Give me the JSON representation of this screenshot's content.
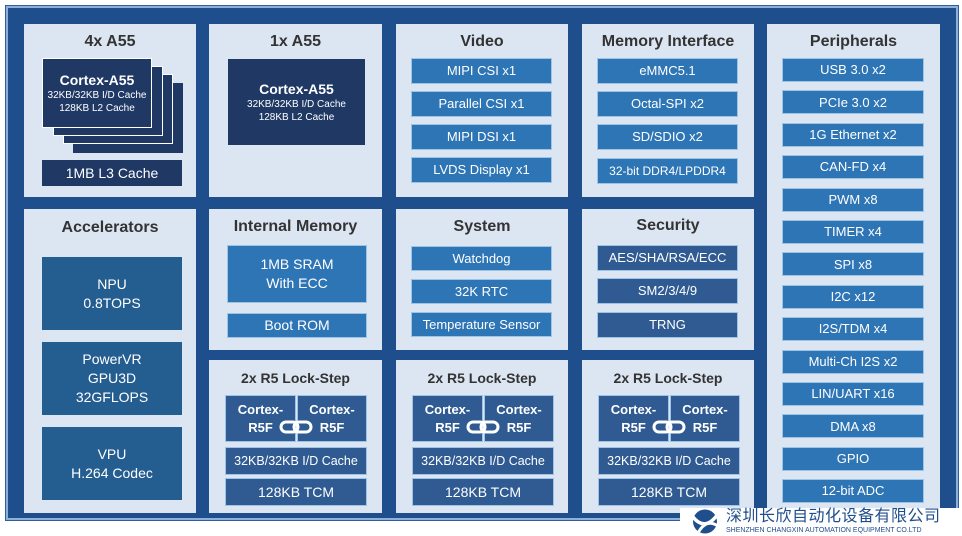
{
  "cpu4": {
    "title": "4x A55",
    "core": "Cortex-A55",
    "cache1": "32KB/32KB I/D Cache",
    "cache2": "128KB L2 Cache",
    "l3": "1MB L3 Cache"
  },
  "cpu1": {
    "title": "1x A55",
    "core": "Cortex-A55",
    "cache1": "32KB/32KB I/D Cache",
    "cache2": "128KB L2 Cache"
  },
  "video": {
    "title": "Video",
    "items": [
      "MIPI CSI x1",
      "Parallel CSI x1",
      "MIPI DSI x1",
      "LVDS Display x1"
    ]
  },
  "memif": {
    "title": "Memory Interface",
    "items": [
      "eMMC5.1",
      "Octal-SPI x2",
      "SD/SDIO x2",
      "32-bit DDR4/LPDDR4"
    ]
  },
  "periph": {
    "title": "Peripherals",
    "items": [
      "USB 3.0 x2",
      "PCIe 3.0 x2",
      "1G Ethernet x2",
      "CAN-FD x4",
      "PWM x8",
      "TIMER x4",
      "SPI x8",
      "I2C x12",
      "I2S/TDM x4",
      "Multi-Ch I2S x2",
      "LIN/UART x16",
      "DMA x8",
      "GPIO",
      "12-bit ADC"
    ]
  },
  "accel": {
    "title": "Accelerators",
    "npu": [
      "NPU",
      "0.8TOPS"
    ],
    "gpu": [
      "PowerVR",
      "GPU3D",
      "32GFLOPS"
    ],
    "vpu": [
      "VPU",
      "H.264 Codec"
    ]
  },
  "intmem": {
    "title": "Internal Memory",
    "sram": [
      "1MB SRAM",
      "With ECC"
    ],
    "rom": "Boot ROM"
  },
  "system": {
    "title": "System",
    "items": [
      "Watchdog",
      "32K RTC",
      "Temperature Sensor"
    ]
  },
  "security": {
    "title": "Security",
    "items": [
      "AES/SHA/RSA/ECC",
      "SM2/3/4/9",
      "TRNG"
    ]
  },
  "r5": {
    "title": "2x R5 Lock-Step",
    "core1": "Cortex-",
    "core2": "R5F",
    "cache": "32KB/32KB  I/D Cache",
    "tcm": "128KB TCM"
  },
  "logo": {
    "cn": "深圳长欣自动化设备有限公司",
    "en": "SHENZHEN CHANGXIN AUTOMATION EQUIPMENT CO.LTD"
  }
}
